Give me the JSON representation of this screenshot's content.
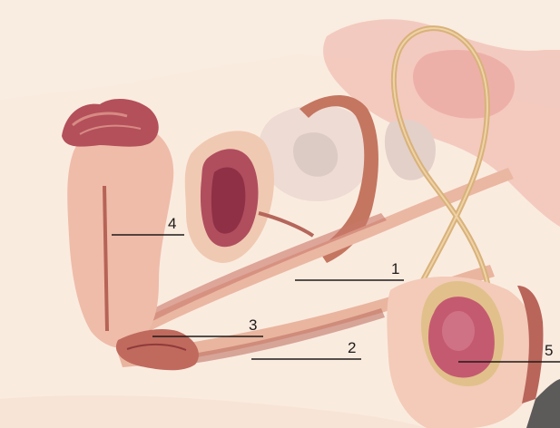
{
  "labels": {
    "one": "1",
    "two": "2",
    "three": "3",
    "four": "4",
    "five": "5"
  },
  "colors": {
    "background": "#f8e6d6",
    "tissue_light": "#f2c9b6",
    "tissue_mid": "#e7a994",
    "tissue_dark": "#b75f52",
    "lumen_dark": "#9c3f44",
    "duct": "#d8b27a",
    "testis": "#c45a70",
    "leader_line": "#1e1a18"
  }
}
